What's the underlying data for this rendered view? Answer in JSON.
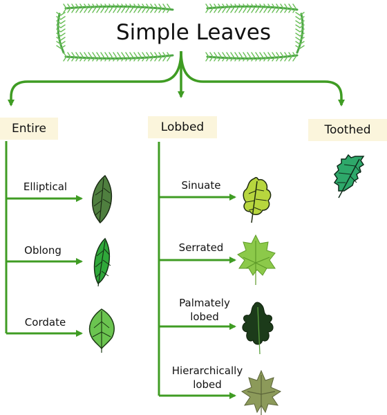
{
  "title": "Simple Leaves",
  "categories": {
    "entire": {
      "label": "Entire",
      "items": [
        "Elliptical",
        "Oblong",
        "Cordate"
      ]
    },
    "lobbed": {
      "label": "Lobbed",
      "items": [
        "Sinuate",
        "Serrated",
        "Palmately\nlobed",
        "Hierarchically\nlobed"
      ]
    },
    "toothed": {
      "label": "Toothed",
      "items": []
    }
  },
  "colors": {
    "connector": "#3f9c23",
    "label_box": "#fbf5dc",
    "frame_foliage": "#3f9c3c",
    "leaf_dark": "#4a7a3a",
    "leaf_green": "#2ea33a",
    "leaf_light": "#8cc84b",
    "leaf_yellow": "#b4d23c",
    "leaf_olive": "#8c9a5a",
    "leaf_teal": "#2fa86a"
  }
}
